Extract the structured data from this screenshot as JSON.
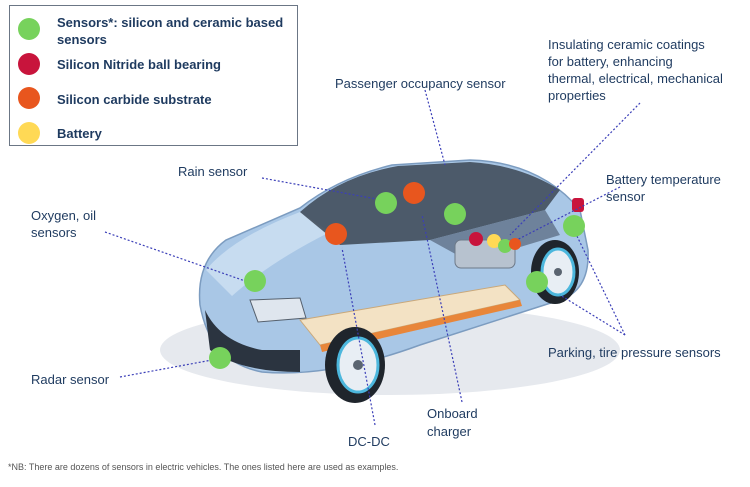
{
  "legend": {
    "items": [
      {
        "label_line1": "Sensors*: silicon and ceramic based",
        "label_line2": "sensors",
        "color": "#77d25c"
      },
      {
        "label_line1": "Silicon Nitride ball bearing",
        "color": "#c8143c"
      },
      {
        "label_line1": "Silicon carbide substrate",
        "color": "#e8561e"
      },
      {
        "label_line1": "Battery",
        "color": "#ffd955"
      }
    ]
  },
  "callouts": {
    "passenger": "Passenger occupancy sensor",
    "insulating_1": "Insulating ceramic coatings",
    "insulating_2": "for battery, enhancing",
    "insulating_3": "thermal, electrical, mechanical",
    "insulating_4": "properties",
    "rain": "Rain sensor",
    "battery_temp_1": "Battery temperature",
    "battery_temp_2": "sensor",
    "oxygen_1": "Oxygen, oil",
    "oxygen_2": "sensors",
    "parking": "Parking, tire pressure sensors",
    "radar": "Radar sensor",
    "onboard_1": "Onboard",
    "onboard_2": "charger",
    "dcdc": "DC-DC"
  },
  "footnote": "*NB: There are dozens of sensors in electric vehicles. The ones listed here are used as examples.",
  "colors": {
    "sensor": "#77d25c",
    "bearing": "#c8143c",
    "substrate": "#e8561e",
    "battery": "#ffd955",
    "leader": "#3b3fb8",
    "car_body": "#a9c7e6",
    "car_dark": "#2b3440"
  }
}
